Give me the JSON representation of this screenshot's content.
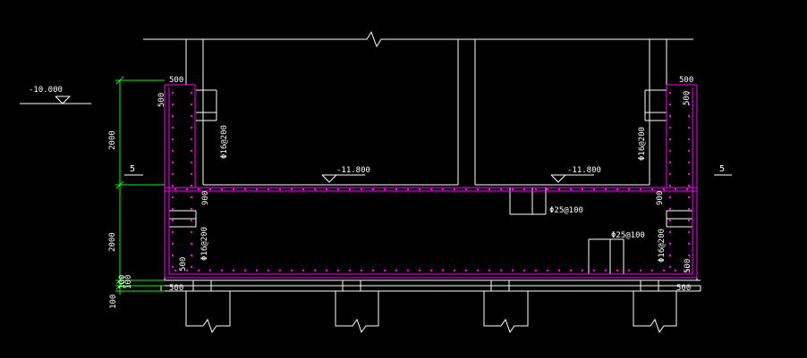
{
  "colors": {
    "background": "#000000",
    "structure": "#ffffff",
    "rebar": "#ff00ff",
    "dimension": "#00ff00"
  },
  "elevations": {
    "left": "-10.000",
    "mid_left": "-11.800",
    "mid_right": "-11.800"
  },
  "dimensions": {
    "top_height": "2000",
    "bottom_height": "2000",
    "small_a": "100",
    "small_b": "100",
    "base": "100",
    "wall_top_left": "500",
    "wall_side_left": "500",
    "wall_top_right": "500",
    "wall_side_right": "500",
    "slab_left": "900",
    "slab_right": "900",
    "bottom_left_side": "500",
    "bottom_left_foot": "500",
    "bottom_right_side": "500",
    "bottom_right_foot": "500"
  },
  "section_marks": {
    "left": "5",
    "right": "5"
  },
  "rebar_labels": {
    "wall_left_top": "Φ16@200",
    "wall_right_top": "Φ16@200",
    "wall_left_bottom": "Φ16@200",
    "wall_right_bottom": "Φ16@200",
    "beam_mid": "Φ25@100",
    "beam_right": "Φ25@100"
  }
}
